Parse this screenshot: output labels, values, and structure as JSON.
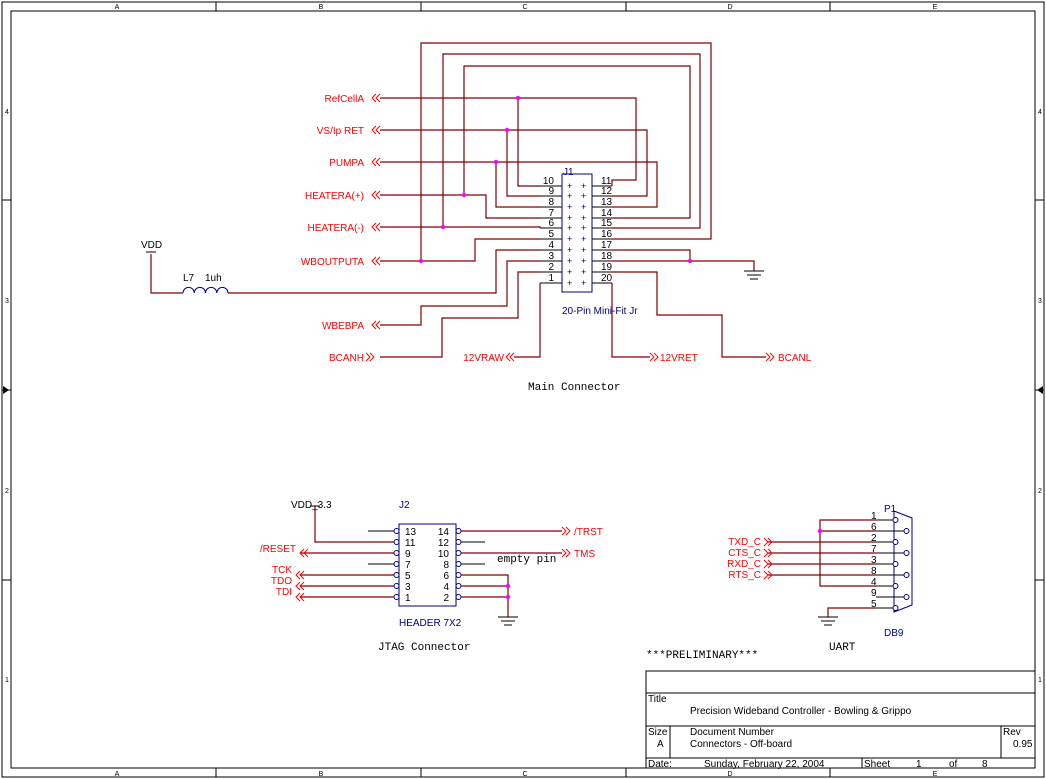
{
  "border": {
    "columns": [
      "A",
      "B",
      "C",
      "D",
      "E"
    ],
    "rows": [
      "4",
      "3",
      "2",
      "1"
    ]
  },
  "main": {
    "title": "Main Connector",
    "ref": "J1",
    "part": "20-Pin Mini-Fit Jr",
    "left_pins": [
      "10",
      "9",
      "8",
      "7",
      "6",
      "5",
      "4",
      "3",
      "2",
      "1"
    ],
    "right_pins": [
      "11",
      "12",
      "13",
      "14",
      "15",
      "16",
      "17",
      "18",
      "19",
      "20"
    ],
    "nets_left": [
      "RefCellA",
      "VS/Ip RET",
      "PUMPA",
      "HEATERA(+)",
      "HEATERA(-)",
      "WBOUTPUTA",
      "WBEBPA",
      "BCANH"
    ],
    "nets_bottom": [
      "12VRAW",
      "12VRET",
      "BCANL"
    ],
    "vdd": "VDD",
    "inductor_ref": "L7",
    "inductor_val": "1uh"
  },
  "jtag": {
    "title": "JTAG Connector",
    "ref": "J2",
    "part": "HEADER 7X2",
    "vdd": "VDD_3.3",
    "left_pins": [
      "13",
      "11",
      "9",
      "7",
      "5",
      "3",
      "1"
    ],
    "right_pins": [
      "14",
      "12",
      "10",
      "8",
      "6",
      "4",
      "2"
    ],
    "nets": [
      "/TRST",
      "TMS",
      "/RESET",
      "TCK",
      "TDO",
      "TDI"
    ],
    "note": "empty pin"
  },
  "uart": {
    "title": "UART",
    "ref": "P1",
    "part": "DB9",
    "pins": [
      "1",
      "6",
      "2",
      "7",
      "3",
      "8",
      "4",
      "9",
      "5"
    ],
    "nets": [
      "TXD_C",
      "CTS_C",
      "RXD_C",
      "RTS_C"
    ]
  },
  "preliminary": "***PRELIMINARY***",
  "title_block": {
    "title_label": "Title",
    "title": "Precision Wideband Controller - Bowling & Grippo",
    "size_label": "Size",
    "size": "A",
    "docnum_label": "Document Number",
    "docnum": "Connectors - Off-board",
    "rev_label": "Rev",
    "rev": "0.95",
    "date_label": "Date:",
    "date": "Sunday, February 22, 2004",
    "sheet_label": "Sheet",
    "sheet": "1",
    "of_label": "of",
    "sheets": "8"
  }
}
